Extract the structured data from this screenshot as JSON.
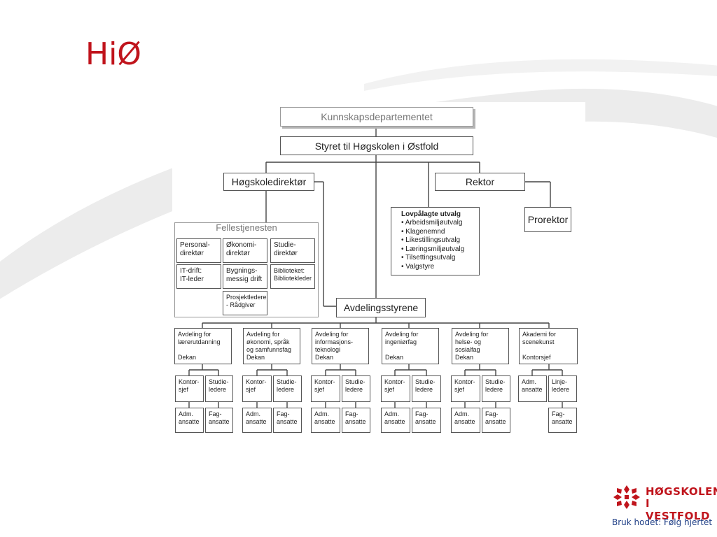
{
  "slide": {
    "title": "HiØ",
    "logo_line1": "HØGSKOLEN",
    "logo_line2": "I VESTFOLD",
    "tagline": "Bruk hodet: Følg hjertet"
  },
  "org": {
    "kd": "Kunnskapsdepartementet",
    "styret": "Styret til Høgskolen i Østfold",
    "hogskoledirektor": "Høgskoledirektør",
    "rektor": "Rektor",
    "prorektor": "Prorektor",
    "lovpalagte_title": "Lovpålagte utvalg",
    "lovpalagte_items": [
      "• Arbeidsmiljøutvalg",
      "• Klagenemnd",
      "• Likestillingsutvalg",
      "• Læringsmiljøutvalg",
      "• Tilsettingsutvalg",
      "• Valgstyre"
    ],
    "fellestjenesten": "Fellestjenesten",
    "personal": "Personal-\ndirektør",
    "okonomi": "Økonomi-\ndirektør",
    "studie": "Studie-\ndirektør",
    "itdrift": "IT-drift:\nIT-leder",
    "bygnings": "Bygnings-\nmessig drift",
    "biblioteket": "Biblioteket:\nBibliotekleder",
    "prosjekt": "Prosjektledere\n- Rådgiver",
    "avdelingsstyrene": "Avdelingsstyrene",
    "departments": [
      {
        "label": "Avdeling for\nlærerutdanning\n\nDekan",
        "sub_a": "Kontor-\nsjef",
        "sub_b": "Studie-\nledere",
        "leaf_a": "Adm.\nansatte",
        "leaf_b": "Fag-\nansatte"
      },
      {
        "label": "Avdeling for\nøkonomi, språk\nog samfunnsfag\nDekan",
        "sub_a": "Kontor-\nsjef",
        "sub_b": "Studie-\nledere",
        "leaf_a": "Adm.\nansatte",
        "leaf_b": "Fag-\nansatte"
      },
      {
        "label": "Avdeling for\ninformasjons-\nteknologi\nDekan",
        "sub_a": "Kontor-\nsjef",
        "sub_b": "Studie-\nledere",
        "leaf_a": "Adm.\nansatte",
        "leaf_b": "Fag-\nansatte"
      },
      {
        "label": "Avdeling for\ningeniørfag\n\nDekan",
        "sub_a": "Kontor-\nsjef",
        "sub_b": "Studie-\nledere",
        "leaf_a": "Adm.\nansatte",
        "leaf_b": "Fag-\nansatte"
      },
      {
        "label": "Avdeling for\nhelse- og\nsosialfag\nDekan",
        "sub_a": "Kontor-\nsjef",
        "sub_b": "Studie-\nledere",
        "leaf_a": "Adm.\nansatte",
        "leaf_b": "Fag-\nansatte"
      },
      {
        "label": "Akademi for\nscenekunst\n\nKontorsjef",
        "sub_a": "Adm.\nansatte",
        "sub_b": "Linje-\nledere",
        "leaf_b": "Fag-\nansatte"
      }
    ]
  },
  "colors": {
    "title_red": "#c0141c",
    "tagline_blue": "#1f3f86",
    "box_border": "#555555",
    "swoosh": "#e6e6e6"
  }
}
